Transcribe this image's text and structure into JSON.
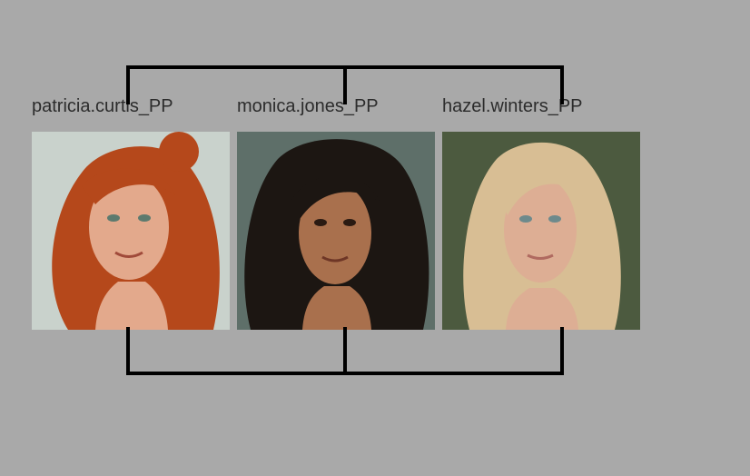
{
  "frames": [
    {
      "label": "patricia.curtis_PP",
      "image": "portrait-red-hair-freckles",
      "hair_color": "#b5481b",
      "background_color": "#c9d2cc",
      "skin_color": "#e3a98c"
    },
    {
      "label": "monica.jones_PP",
      "image": "portrait-dark-curly-hair",
      "hair_color": "#1c1612",
      "background_color": "#5e6f69",
      "skin_color": "#a9704d"
    },
    {
      "label": "hazel.winters_PP",
      "image": "portrait-blonde-hair",
      "hair_color": "#d8be94",
      "background_color": "#4c5a3f",
      "skin_color": "#ddae94"
    }
  ],
  "connector_color": "#000000"
}
